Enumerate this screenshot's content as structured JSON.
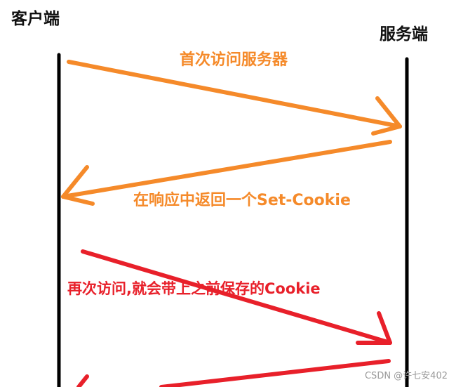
{
  "labels": {
    "client": "客户端",
    "server": "服务端"
  },
  "messages": [
    {
      "text": "首次访问服务器",
      "color": "#f58a2a"
    },
    {
      "text": "在响应中返回一个Set-Cookie",
      "color": "#f58a2a"
    },
    {
      "text": "再次访问,就会带上之前保存的Cookie",
      "color": "#e8202a"
    }
  ],
  "colors": {
    "lifeline": "#000000",
    "request_first": "#f58a2a",
    "response": "#f58a2a",
    "request_second": "#e8202a"
  },
  "watermark": "CSDN @许七安402"
}
